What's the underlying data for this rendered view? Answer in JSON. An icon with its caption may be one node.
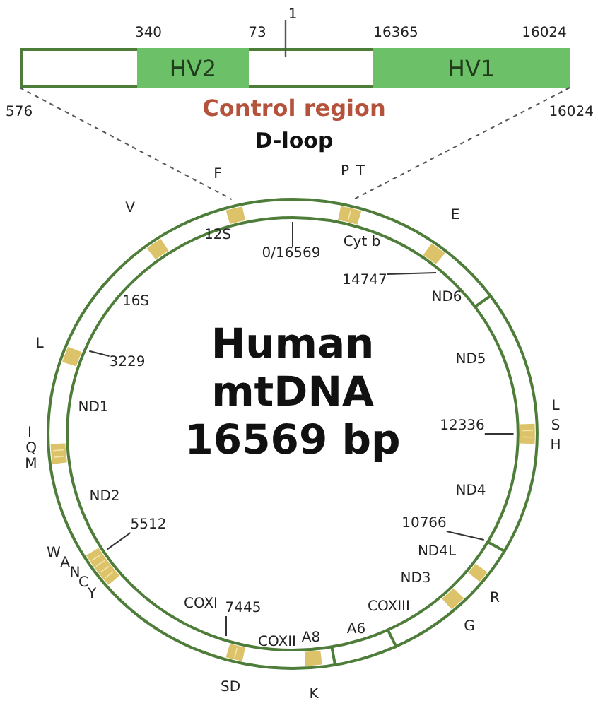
{
  "diagram": {
    "nodes": [
      {
        "text": [],
        "shape": "bar"
      },
      {
        "text": [
          "HV2"
        ],
        "in": 0,
        "beside": [
          "340",
          "73"
        ]
      },
      {
        "text": [
          "HV1"
        ],
        "in": 0,
        "beside": [
          "16365",
          "16024"
        ]
      },
      {
        "text": [
          "Human mtDNA 16569 bp"
        ]
      },
      {
        "text": [
          "0/16569"
        ],
        "in": 3
      },
      {
        "text": [
          "3229"
        ],
        "in": 3
      },
      {
        "text": [
          "14747"
        ],
        "in": 3
      },
      {
        "text": [
          "12336"
        ],
        "in": 3
      },
      {
        "text": [
          "5512"
        ],
        "in": 3
      },
      {
        "text": [
          "7445"
        ],
        "in": 3
      },
      {
        "text": [
          "10766"
        ],
        "in": 3
      }
    ],
    "edges": [
      {
        "from": 4,
        "to": 3,
        "arrow": "none"
      },
      {
        "from": 5,
        "to": 3,
        "arrow": "none"
      },
      {
        "from": 6,
        "to": 3,
        "arrow": "none"
      },
      {
        "from": 7,
        "to": 3,
        "arrow": "none"
      },
      {
        "from": 8,
        "to": 3,
        "arrow": "none"
      },
      {
        "from": 9,
        "to": 3,
        "arrow": "none"
      },
      {
        "from": 10,
        "to": 3,
        "arrow": "none"
      },
      {
        "from": 0,
        "to": 3,
        "arrow": "none",
        "style": "dashed"
      },
      {
        "from": 2,
        "to": 3,
        "arrow": "none",
        "style": "dashed"
      }
    ],
    "labels": [
      "1",
      "576",
      "16024",
      "Control region",
      "D-loop",
      "F",
      "P",
      "T",
      "V",
      "12S",
      "Cyt b",
      "E",
      "ND6",
      "16S",
      "L",
      "ND5",
      "L",
      "ND1",
      "S",
      "I",
      "H",
      "Q",
      "M",
      "ND4",
      "ND2",
      "ND4L",
      "W",
      "A",
      "N",
      "C",
      "Y",
      "ND3",
      "COXI",
      "R",
      "COXIII",
      "G",
      "A6",
      "A8",
      "COXII",
      "SD",
      "K"
    ]
  }
}
